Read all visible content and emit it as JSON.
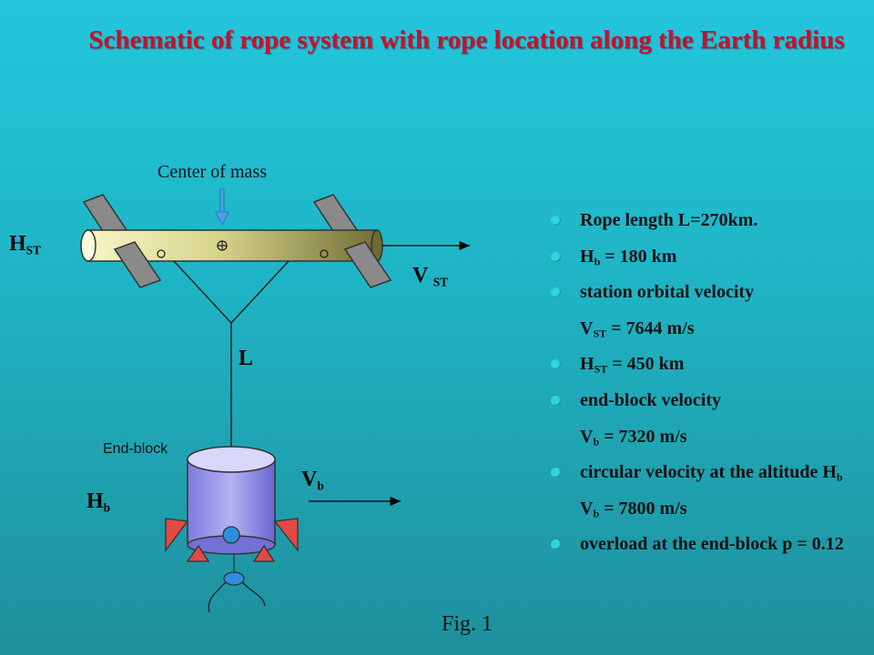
{
  "title": "Schematic of rope system with rope location along the Earth radius",
  "labels": {
    "center_of_mass": "Center of mass",
    "end_block": "End-block",
    "figure": "Fig. 1",
    "h_st": {
      "main": "H",
      "sub": "ST"
    },
    "v_st": {
      "main": "V",
      "sub": "ST"
    },
    "rope_length": "L",
    "v_b": {
      "main": "V",
      "sub": "b"
    },
    "h_b": {
      "main": "H",
      "sub": "b"
    }
  },
  "facts": [
    {
      "bullet": true,
      "main": "Rope  length L=270km.",
      "sub": "",
      "after": ""
    },
    {
      "bullet": true,
      "main": "H",
      "sub": "b",
      "after": " = 180 km"
    },
    {
      "bullet": true,
      "main": "station orbital velocity",
      "sub": "",
      "after": ""
    },
    {
      "bullet": false,
      "main": "V",
      "sub": "ST",
      "after": " = 7644 m/s"
    },
    {
      "bullet": true,
      "main": "H",
      "sub": "ST",
      "after": " = 450 km"
    },
    {
      "bullet": true,
      "main": "end-block velocity",
      "sub": "",
      "after": ""
    },
    {
      "bullet": false,
      "main": "V",
      "sub": "b",
      "after": " = 7320 m/s"
    },
    {
      "bullet": true,
      "main": "circular velocity at the altitude H",
      "sub": "b",
      "after": ""
    },
    {
      "bullet": false,
      "main": "V",
      "sub": "b",
      "after": " = 7800 m/s"
    },
    {
      "bullet": true,
      "main": "overload at the end-block p = 0.12",
      "sub": "",
      "after": ""
    }
  ],
  "colors": {
    "title": "#c8102e",
    "station_body_light": "#f7f4b8",
    "station_body_dark": "#7b7a3a",
    "end_block_body": "#8d88e8",
    "thruster": "#e24a44",
    "bullet": "#2fd6e0",
    "marker": "#2d8fe0"
  }
}
